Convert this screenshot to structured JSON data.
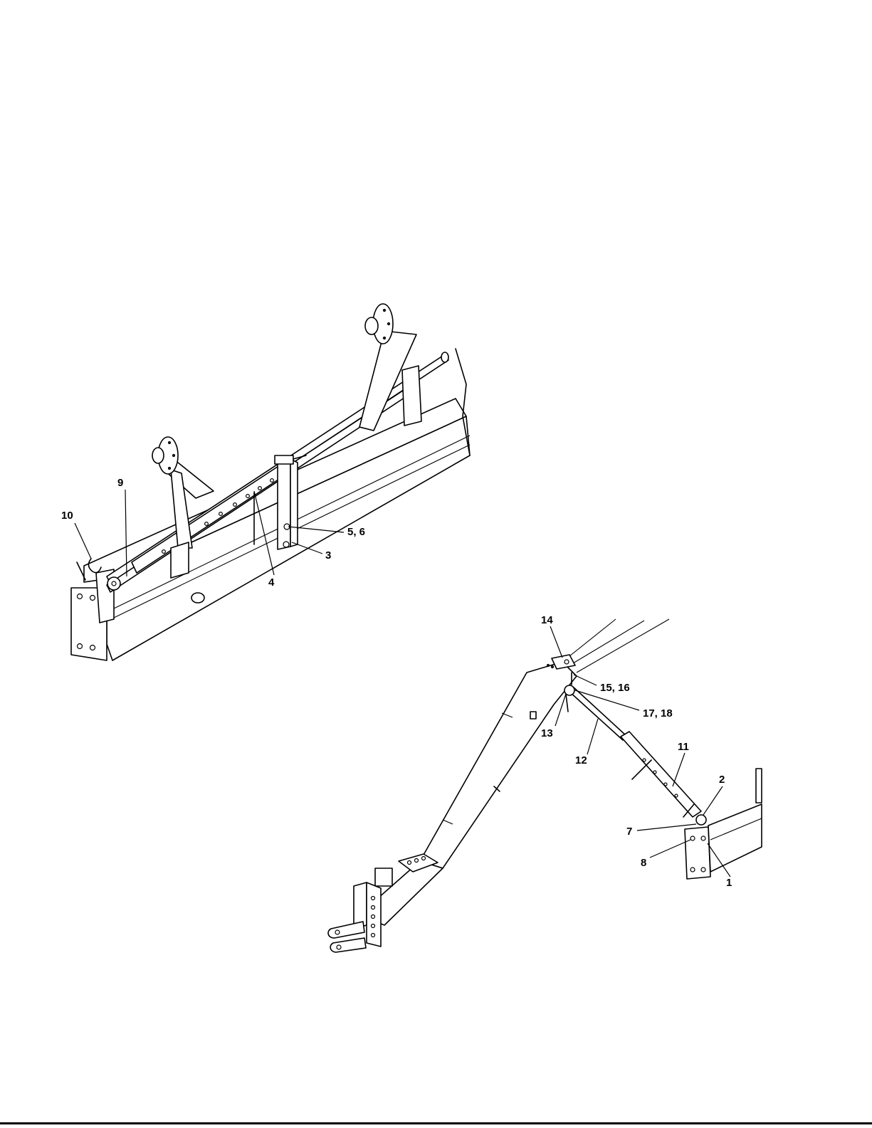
{
  "callouts": {
    "c1": "1",
    "c2": "2",
    "c3": "3",
    "c4": "4",
    "c5_6": "5, 6",
    "c7": "7",
    "c8": "8",
    "c9": "9",
    "c10": "10",
    "c11": "11",
    "c12": "12",
    "c13": "13",
    "c14": "14",
    "c15_16": "15, 16",
    "c17_18": "17, 18"
  }
}
